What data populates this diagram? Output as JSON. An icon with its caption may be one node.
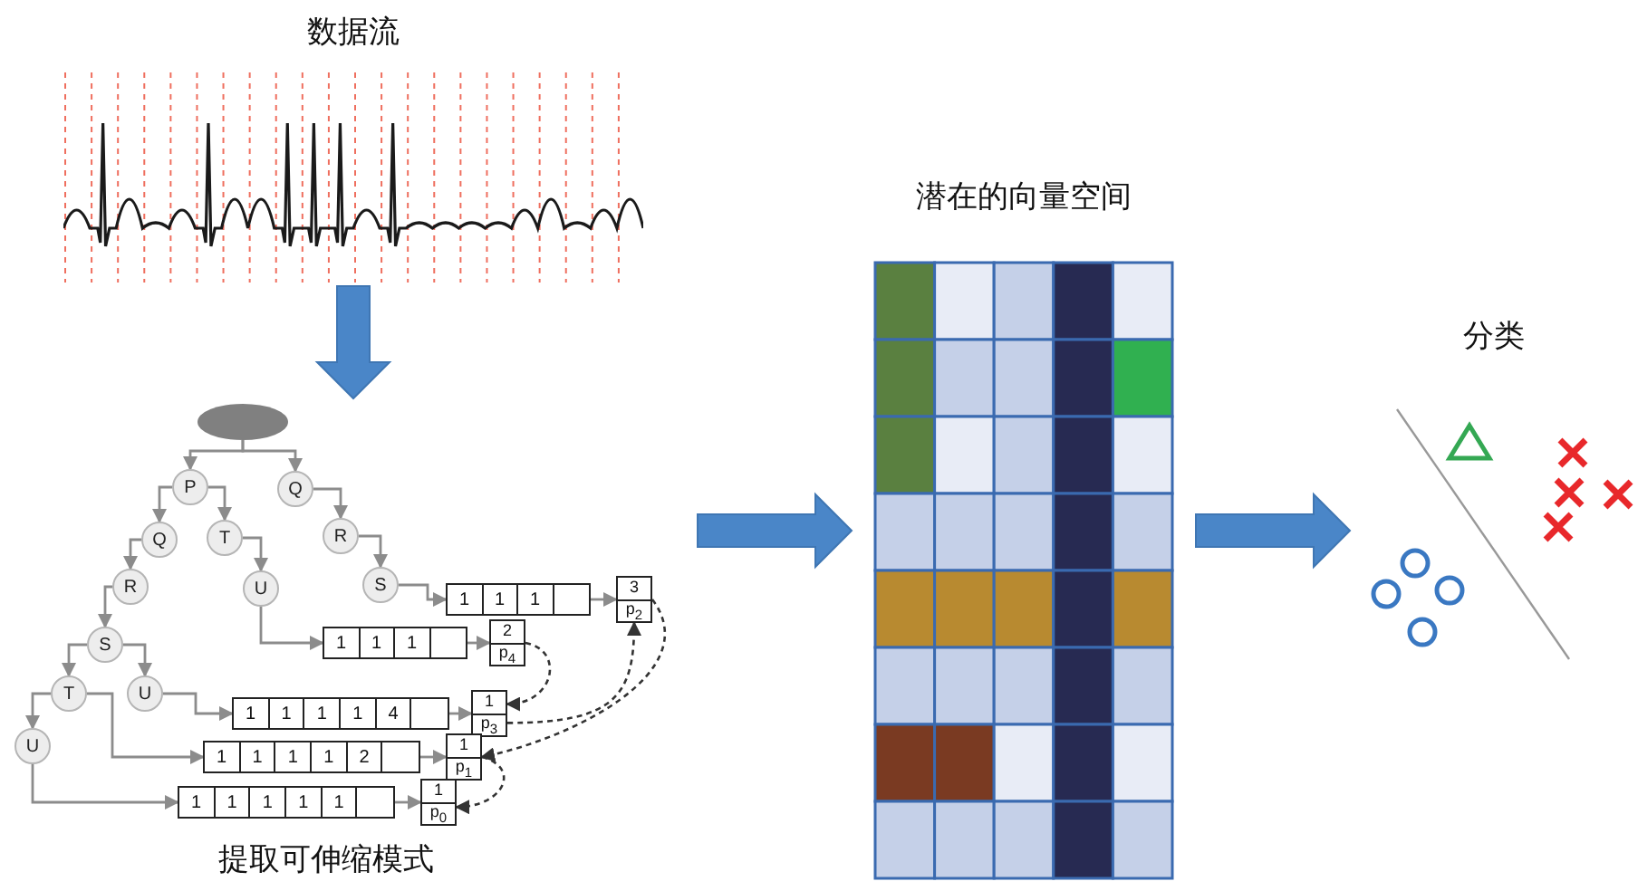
{
  "diagram": {
    "nodes": [
      {
        "text": [
          "数据流"
        ]
      },
      {
        "text": [
          "提取可伸缩模式"
        ]
      },
      {
        "text": [],
        "shape": "ellipse",
        "in": 1
      },
      {
        "text": [
          "P"
        ],
        "in": 1
      },
      {
        "text": [
          "Q"
        ],
        "in": 1
      },
      {
        "text": [
          "Q"
        ],
        "in": 1
      },
      {
        "text": [
          "T"
        ],
        "in": 1
      },
      {
        "text": [
          "R"
        ],
        "in": 1
      },
      {
        "text": [
          "R"
        ],
        "in": 1
      },
      {
        "text": [
          "U"
        ],
        "in": 1
      },
      {
        "text": [
          "S"
        ],
        "in": 1
      },
      {
        "text": [
          "S"
        ],
        "in": 1
      },
      {
        "text": [
          "T"
        ],
        "in": 1
      },
      {
        "text": [
          "U"
        ],
        "in": 1
      },
      {
        "text": [
          "U"
        ],
        "in": 1
      },
      {
        "text": [
          "1",
          "1",
          "1"
        ],
        "in": 1
      },
      {
        "text": [
          "3",
          "p$_{2}$"
        ],
        "in": 1
      },
      {
        "text": [
          "1",
          "1",
          "1"
        ],
        "in": 1
      },
      {
        "text": [
          "2",
          "p$_{4}$"
        ],
        "in": 1
      },
      {
        "text": [
          "1",
          "1",
          "1",
          "1",
          "4"
        ],
        "in": 1
      },
      {
        "text": [
          "1",
          "p$_{3}$"
        ],
        "in": 1
      },
      {
        "text": [
          "1",
          "1",
          "1",
          "1",
          "2"
        ],
        "in": 1
      },
      {
        "text": [
          "1",
          "p$_{1}$"
        ],
        "in": 1
      },
      {
        "text": [
          "1",
          "1",
          "1",
          "1",
          "1"
        ],
        "in": 1
      },
      {
        "text": [
          "1",
          "p$_{0}$"
        ],
        "in": 1
      },
      {
        "text": [
          "潜在的向量空间"
        ]
      },
      {
        "text": [
          "分类"
        ]
      }
    ],
    "edges": [
      {
        "from": 0,
        "to": 1,
        "arrow": "to",
        "style": "thick",
        "color": "#4a86c8"
      },
      {
        "from": 1,
        "to": 25,
        "arrow": "to",
        "style": "thick",
        "color": "#4a86c8"
      },
      {
        "from": 25,
        "to": 26,
        "arrow": "to",
        "style": "thick",
        "color": "#4a86c8"
      },
      {
        "from": 2,
        "to": 3,
        "arrow": "to"
      },
      {
        "from": 2,
        "to": 4,
        "arrow": "to"
      },
      {
        "from": 3,
        "to": 5,
        "arrow": "to"
      },
      {
        "from": 3,
        "to": 6,
        "arrow": "to"
      },
      {
        "from": 4,
        "to": 7,
        "arrow": "to"
      },
      {
        "from": 5,
        "to": 8,
        "arrow": "to"
      },
      {
        "from": 6,
        "to": 9,
        "arrow": "to"
      },
      {
        "from": 7,
        "to": 10,
        "arrow": "to"
      },
      {
        "from": 8,
        "to": 11,
        "arrow": "to"
      },
      {
        "from": 11,
        "to": 12,
        "arrow": "to"
      },
      {
        "from": 11,
        "to": 13,
        "arrow": "to"
      },
      {
        "from": 12,
        "to": 14,
        "arrow": "to"
      },
      {
        "from": 10,
        "to": 15,
        "arrow": "to"
      },
      {
        "from": 9,
        "to": 17,
        "arrow": "to"
      },
      {
        "from": 13,
        "to": 19,
        "arrow": "to"
      },
      {
        "from": 12,
        "to": 21,
        "arrow": "to"
      },
      {
        "from": 14,
        "to": 23,
        "arrow": "to"
      },
      {
        "from": 15,
        "to": 16,
        "arrow": "to"
      },
      {
        "from": 17,
        "to": 18,
        "arrow": "to"
      },
      {
        "from": 19,
        "to": 20,
        "arrow": "to"
      },
      {
        "from": 21,
        "to": 22,
        "arrow": "to"
      },
      {
        "from": 23,
        "to": 24,
        "arrow": "to"
      },
      {
        "from": 18,
        "to": 20,
        "arrow": "to",
        "style": "dashed",
        "color": "#333333"
      },
      {
        "from": 20,
        "to": 16,
        "arrow": "to",
        "style": "dashed",
        "color": "#333333"
      },
      {
        "from": 16,
        "to": 22,
        "arrow": "to",
        "style": "dashed",
        "color": "#333333"
      },
      {
        "from": 22,
        "to": 24,
        "arrow": "to",
        "style": "dashed",
        "color": "#333333"
      }
    ]
  }
}
